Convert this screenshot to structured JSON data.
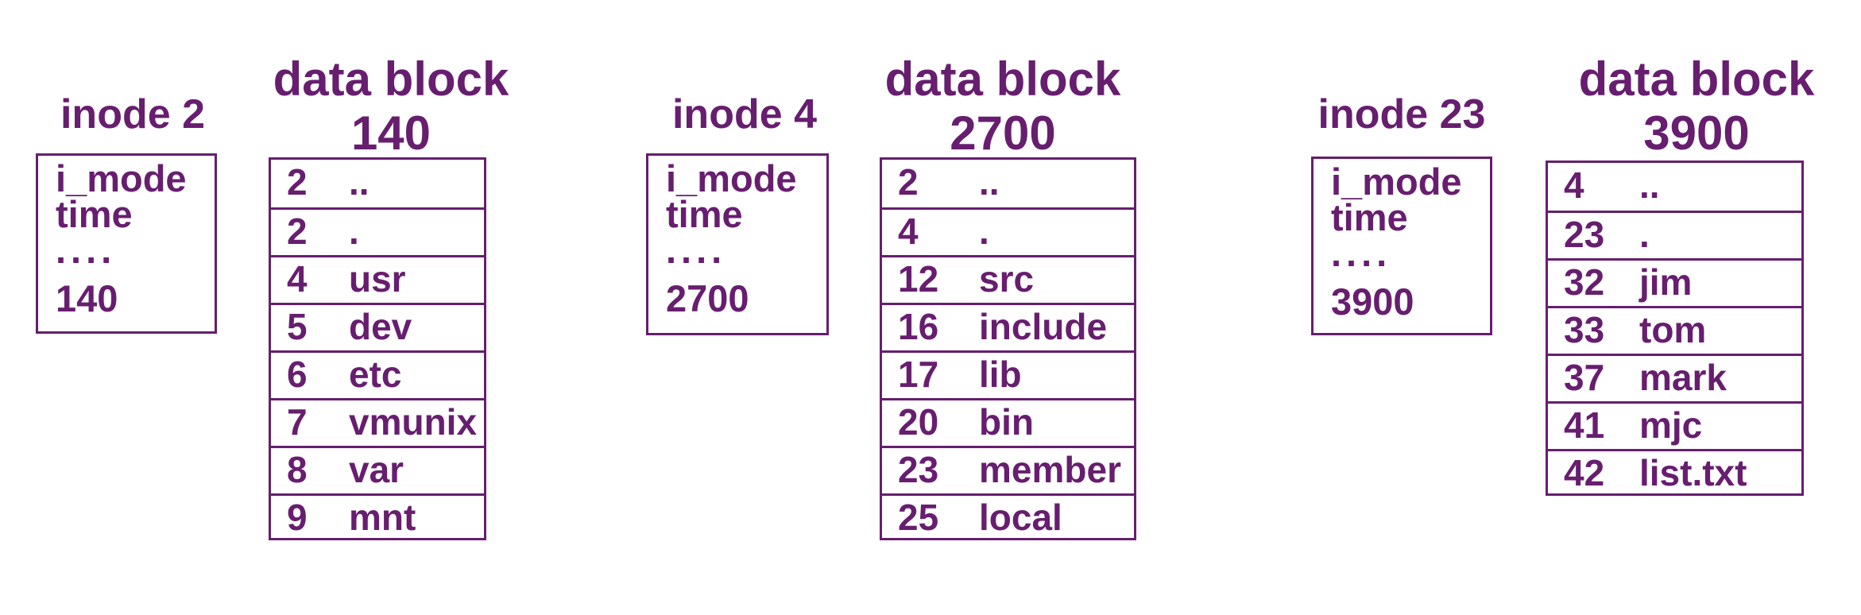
{
  "colors": {
    "ink": "#671E6F",
    "background": "#FFFFFF"
  },
  "groups": [
    {
      "inode": {
        "title": "inode 2",
        "fields": [
          "i_mode",
          "time",
          "...."
        ],
        "block_pointer": "140"
      },
      "block": {
        "title": "data block",
        "number": "140",
        "entries": [
          {
            "num": "2",
            "name": ".."
          },
          {
            "num": "2",
            "name": "."
          },
          {
            "num": "4",
            "name": "usr"
          },
          {
            "num": "5",
            "name": "dev"
          },
          {
            "num": "6",
            "name": "etc"
          },
          {
            "num": "7",
            "name": "vmunix"
          },
          {
            "num": "8",
            "name": "var"
          },
          {
            "num": "9",
            "name": "mnt"
          }
        ]
      }
    },
    {
      "inode": {
        "title": "inode 4",
        "fields": [
          "i_mode",
          "time",
          "...."
        ],
        "block_pointer": "2700"
      },
      "block": {
        "title": "data block",
        "number": "2700",
        "entries": [
          {
            "num": "2",
            "name": ".."
          },
          {
            "num": "4",
            "name": "."
          },
          {
            "num": "12",
            "name": "src"
          },
          {
            "num": "16",
            "name": "include"
          },
          {
            "num": "17",
            "name": "lib"
          },
          {
            "num": "20",
            "name": "bin"
          },
          {
            "num": "23",
            "name": "member"
          },
          {
            "num": "25",
            "name": "local"
          }
        ]
      }
    },
    {
      "inode": {
        "title": "inode 23",
        "fields": [
          "i_mode",
          "time",
          "...."
        ],
        "block_pointer": "3900"
      },
      "block": {
        "title": "data block",
        "number": "3900",
        "entries": [
          {
            "num": "4",
            "name": ".."
          },
          {
            "num": "23",
            "name": "."
          },
          {
            "num": "32",
            "name": "jim"
          },
          {
            "num": "33",
            "name": "tom"
          },
          {
            "num": "37",
            "name": "mark"
          },
          {
            "num": "41",
            "name": "mjc"
          },
          {
            "num": "42",
            "name": "list.txt"
          }
        ]
      }
    }
  ]
}
